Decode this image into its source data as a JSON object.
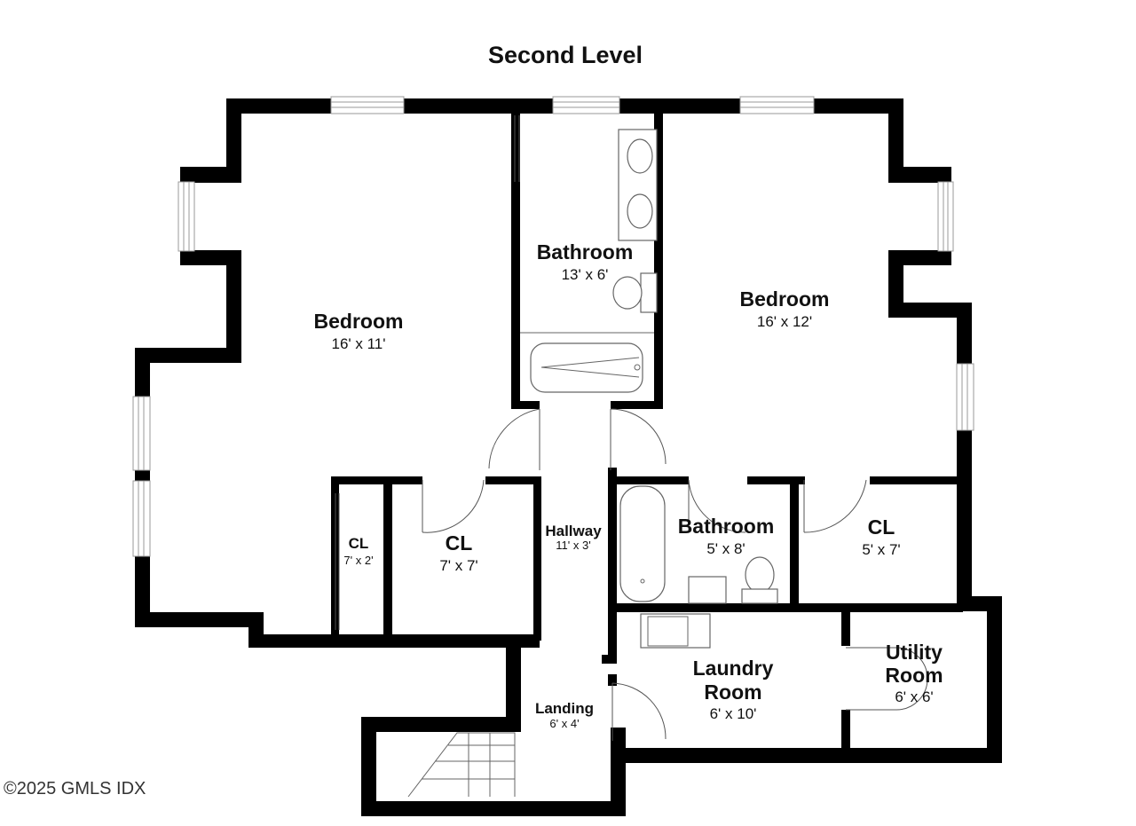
{
  "title": "Second Level",
  "copyright": "©2025 GMLS IDX",
  "rooms": {
    "bedroom_left": {
      "name": "Bedroom",
      "dims": "16' x 11'"
    },
    "bathroom_top": {
      "name": "Bathroom",
      "dims": "13' x 6'"
    },
    "bedroom_right": {
      "name": "Bedroom",
      "dims": "16' x 12'"
    },
    "cl_small": {
      "name": "CL",
      "dims": "7' x 2'"
    },
    "cl_left": {
      "name": "CL",
      "dims": "7' x 7'"
    },
    "hallway": {
      "name": "Hallway",
      "dims": "11' x 3'"
    },
    "bathroom_mid": {
      "name": "Bathroom",
      "dims": "5' x 8'"
    },
    "cl_right": {
      "name": "CL",
      "dims": "5' x 7'"
    },
    "laundry": {
      "name_line1": "Laundry",
      "name_line2": "Room",
      "dims": "6' x 10'"
    },
    "utility": {
      "name_line1": "Utility",
      "name_line2": "Room",
      "dims": "6' x 6'"
    },
    "landing": {
      "name": "Landing",
      "dims": "6' x 4'"
    }
  }
}
